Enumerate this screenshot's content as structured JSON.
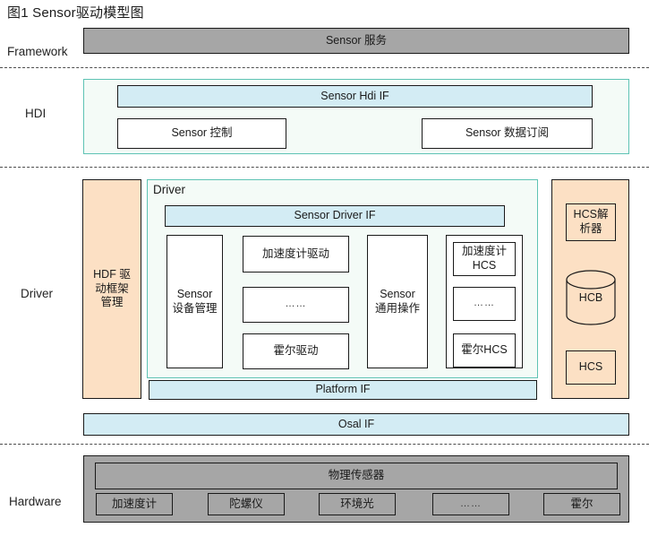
{
  "figure": {
    "caption": "图1 Sensor驱动模型图"
  },
  "colors": {
    "gray_fill": "#a6a6a6",
    "blue_fill": "#d3ecf4",
    "orange_fill": "#fce0c4",
    "mint_border": "#5ec3b4",
    "mint_fill": "#f4fbf7",
    "outline": "#1a1a1a",
    "divider": "#4d4d4d"
  },
  "layers": [
    {
      "id": "framework",
      "label": "Framework"
    },
    {
      "id": "hdi",
      "label": "HDI"
    },
    {
      "id": "driver",
      "label": "Driver"
    },
    {
      "id": "hardware",
      "label": "Hardware"
    }
  ],
  "framework": {
    "service_box": "Sensor 服务"
  },
  "hdi": {
    "hdi_if": "Sensor Hdi IF",
    "control": "Sensor 控制",
    "subscribe": "Sensor 数据订阅"
  },
  "driver": {
    "hdf_manager": "HDF 驱\n动框架\n管理",
    "hdf_manager_lines": [
      "HDF 驱",
      "动框架",
      "管理"
    ],
    "container_label": "Driver",
    "driver_if": "Sensor Driver IF",
    "device_manager_lines": [
      "Sensor",
      "设备管理"
    ],
    "drivers": [
      "加速度计驱动",
      "……",
      "霍尔驱动"
    ],
    "common_ops_lines": [
      "Sensor",
      "通用操作"
    ],
    "hcs_items_lines": [
      [
        "加速度计",
        "HCS"
      ],
      [
        "……"
      ],
      [
        "霍尔HCS"
      ]
    ],
    "platform_if": "Platform IF",
    "osal_if": "Osal IF",
    "config_column": {
      "parser_lines": [
        "HCS解",
        "析器"
      ],
      "hcb": "HCB",
      "hcs": "HCS"
    }
  },
  "hardware": {
    "physical_sensors": "物理传感器",
    "sensors": [
      "加速度计",
      "陀螺仪",
      "环境光",
      "……",
      "霍尔"
    ]
  }
}
